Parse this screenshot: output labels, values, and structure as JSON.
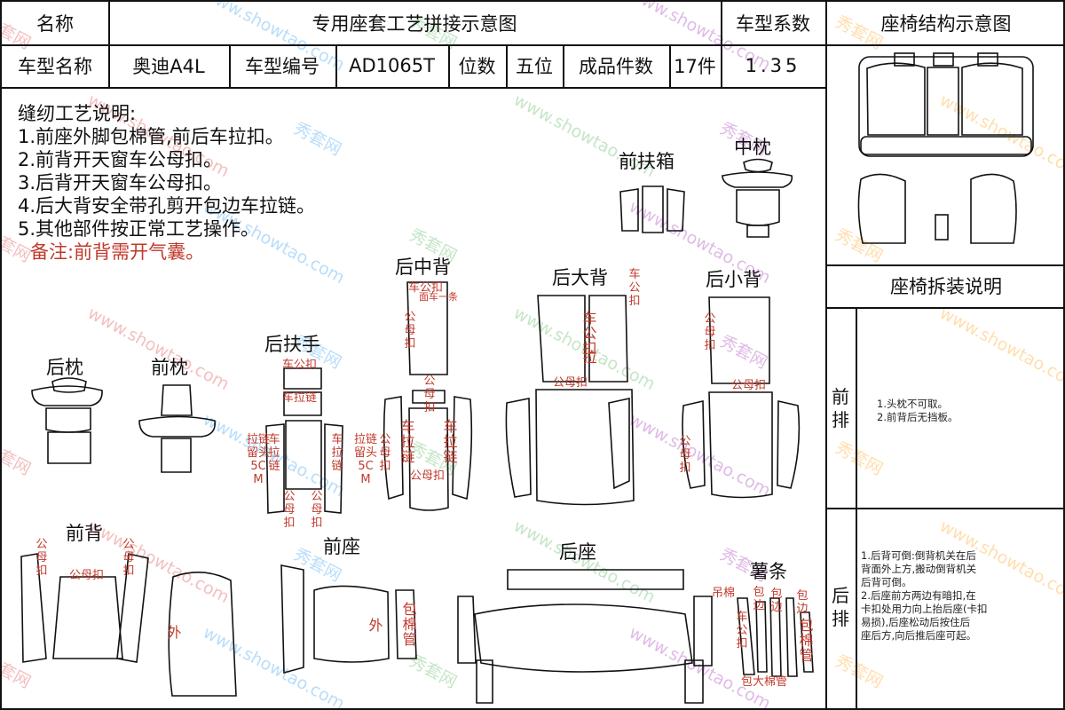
{
  "header": {
    "name_label": "名称",
    "title": "专用座套工艺拼接示意图",
    "coef_label": "车型系数",
    "struct_title": "座椅结构示意图"
  },
  "info_row": {
    "model_label": "车型名称",
    "model_value": "奥迪A4L",
    "code_label": "车型编号",
    "code_value": "AD1065T",
    "seat_label": "位数",
    "seat_value": "五位",
    "pieces_label": "成品件数",
    "pieces_value": "17件",
    "coef_value": "1.35"
  },
  "sewing_notes": {
    "title": "缝纫工艺说明:",
    "items": [
      "1.前座外脚包棉管,前后车拉扣。",
      "2.前背开天窗车公母扣。",
      "3.后背开天窗车公母扣。",
      "4.后大背安全带孔剪开包边车拉链。",
      "5.其他部件按正常工艺操作。"
    ],
    "remark": "备注:前背需开气囊。"
  },
  "parts": {
    "front_armrest_box": "前扶箱",
    "middle_pillow": "中枕",
    "rear_middle_back": "后中背",
    "rear_big_back": "后大背",
    "rear_small_back": "后小背",
    "rear_pillow": "后枕",
    "front_pillow": "前枕",
    "rear_armrest": "后扶手",
    "front_back": "前背",
    "front_seat": "前座",
    "rear_seat": "后座",
    "strip": "薯条"
  },
  "annotations": {
    "car_buckle": "车公扣",
    "car_zipper": "车拉链",
    "zipper": "车拉链",
    "zip_leave": "拉链留头5CM",
    "female_buckle": "公母扣",
    "male_female": "公母扣",
    "car_male": "车公扣",
    "car_male2": "车公扣",
    "pull": "拉",
    "car_one": "面车一条",
    "outer": "外",
    "wrap_tube": "包棉管",
    "hang_cotton": "吊棉",
    "wrap_edge": "包边",
    "wrap_big_tube": "包大棉管"
  },
  "disassembly": {
    "title": "座椅拆装说明",
    "front_label": "前排",
    "front_notes": [
      "1.头枕不可取。",
      "2.前背后无挡板。"
    ],
    "rear_label": "后排",
    "rear_notes": [
      "1.后背可倒:倒背机关在后",
      "背面外上方,搬动倒背机关",
      "后背可倒。",
      "2.后座前方两边有暗扣,在",
      "卡扣处用力向上抬后座(卡扣",
      "易损),后座松动后按住后",
      "座后方,向后推后座可起。"
    ]
  },
  "watermark": {
    "text_cn": "秀套网",
    "text_en": "www.showtao.com"
  }
}
